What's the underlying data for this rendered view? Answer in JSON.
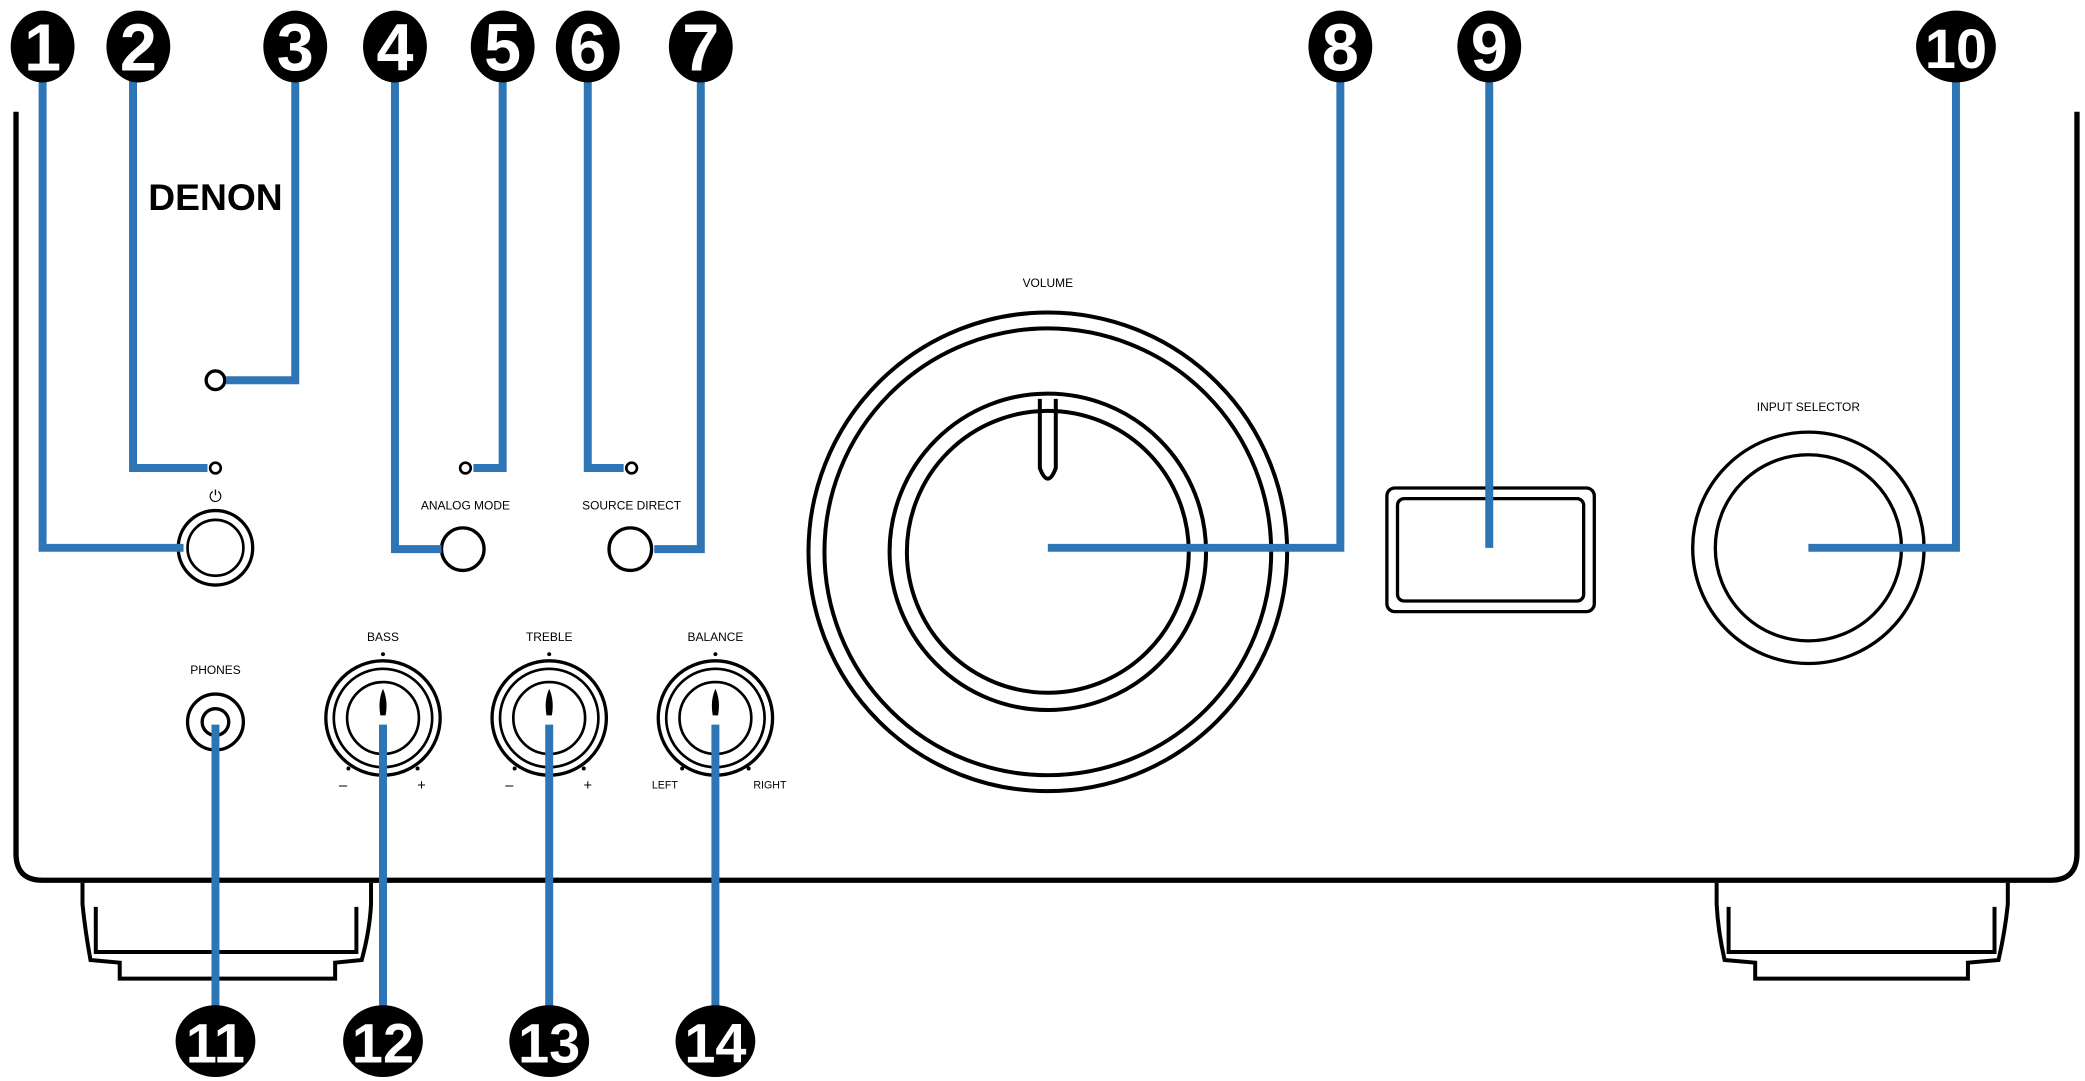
{
  "brand": "DENON",
  "power_symbol": "⏻",
  "labels": {
    "volume": "VOLUME",
    "input_selector": "INPUT SELECTOR",
    "analog_mode": "ANALOG MODE",
    "source_direct": "SOURCE DIRECT",
    "phones": "PHONES",
    "bass": "BASS",
    "treble": "TREBLE",
    "balance": "BALANCE"
  },
  "knob_marks": {
    "bass_minus": "–",
    "bass_plus": "+",
    "treble_minus": "–",
    "treble_plus": "+",
    "balance_left": "LEFT",
    "balance_right": "RIGHT"
  },
  "callouts": [
    "1",
    "2",
    "3",
    "4",
    "5",
    "6",
    "7",
    "8",
    "9",
    "10",
    "11",
    "12",
    "13",
    "14"
  ],
  "colors": {
    "leader": "#2e75b6",
    "outline": "#000000",
    "callout_fill": "#000000",
    "callout_text": "#ffffff"
  }
}
